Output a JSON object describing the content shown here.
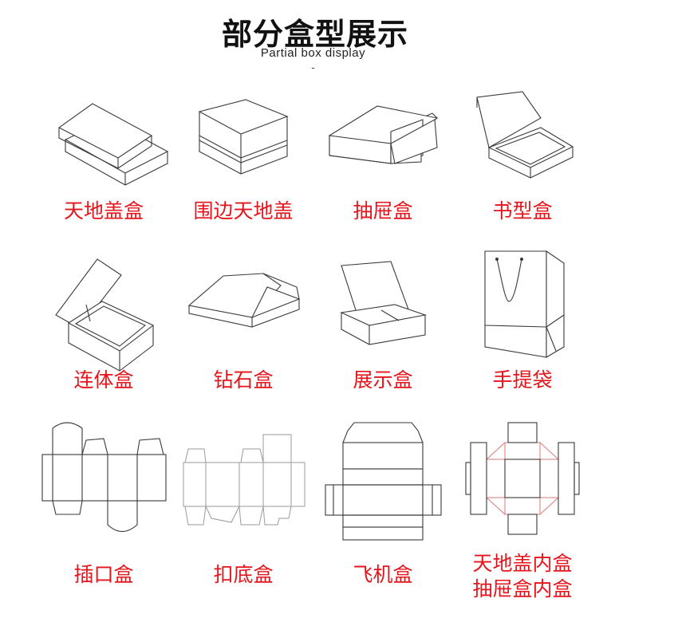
{
  "header": {
    "title": "部分盒型展示",
    "subtitle": "Partial box display",
    "dash": "-"
  },
  "colors": {
    "label": "#e5151b",
    "line": "#3a3a3a"
  },
  "boxes": [
    {
      "label": "天地盖盒",
      "icon": "lid-base-box-icon"
    },
    {
      "label": "围边天地盖",
      "icon": "wrapped-lid-box-icon"
    },
    {
      "label": "抽屉盒",
      "icon": "drawer-box-icon"
    },
    {
      "label": "书型盒",
      "icon": "book-box-icon"
    },
    {
      "label": "连体盒",
      "icon": "hinged-box-icon"
    },
    {
      "label": "钻石盒",
      "icon": "diamond-box-icon"
    },
    {
      "label": "展示盒",
      "icon": "display-box-icon"
    },
    {
      "label": "手提袋",
      "icon": "tote-bag-icon"
    },
    {
      "label": "插口盒",
      "icon": "tuck-box-dieline-icon"
    },
    {
      "label": "扣底盒",
      "icon": "lock-bottom-dieline-icon"
    },
    {
      "label": "飞机盒",
      "icon": "mailer-box-dieline-icon"
    },
    {
      "label": "天地盖内盒",
      "label2": "抽屉盒内盒",
      "icon": "inner-box-dieline-icon"
    }
  ]
}
